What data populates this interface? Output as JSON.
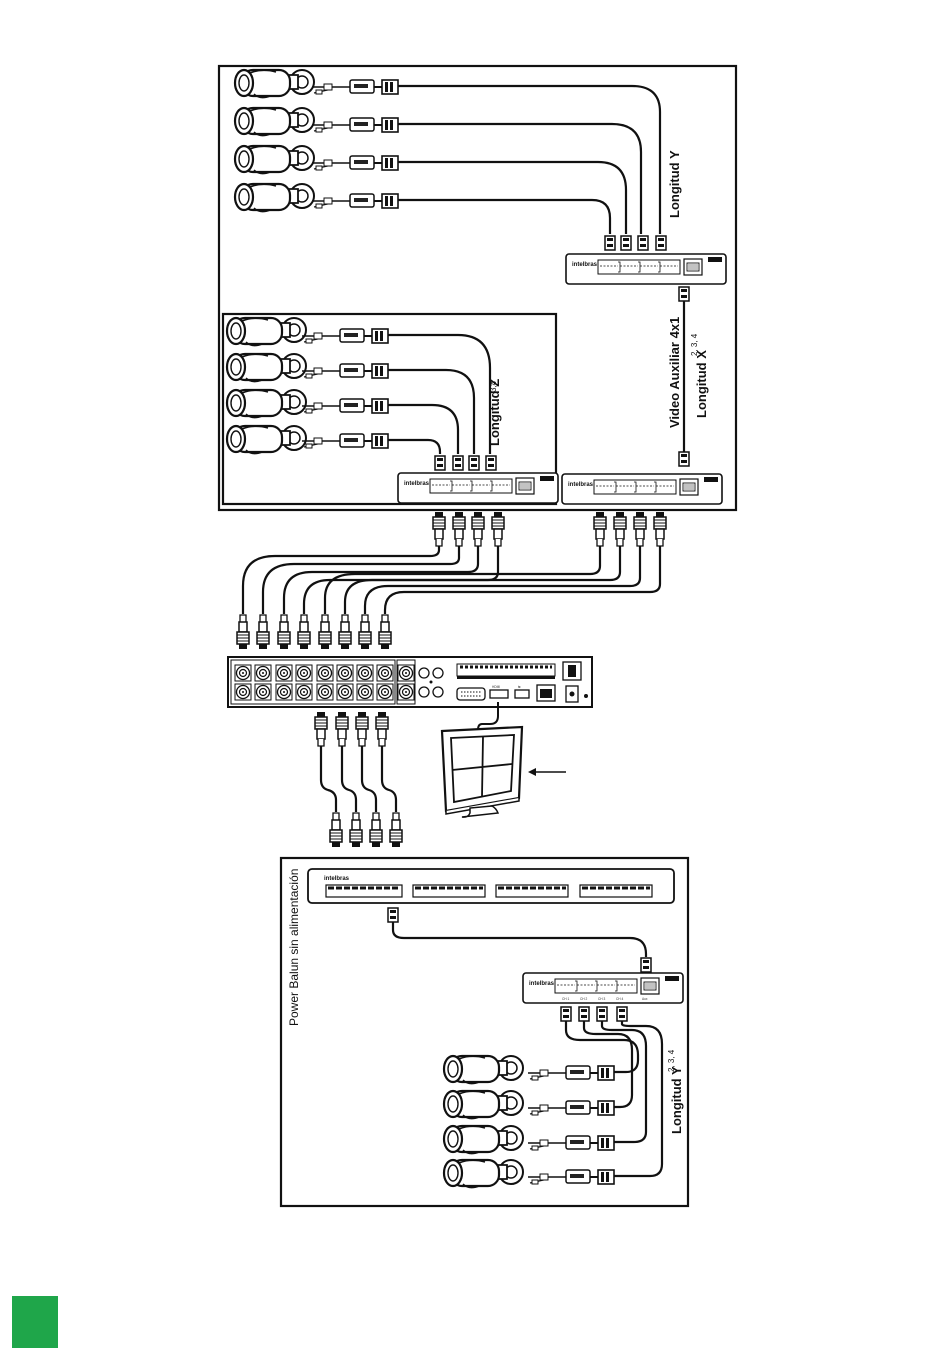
{
  "labels": {
    "longitud_y_top": "Longitud Y",
    "video_auxiliar": "Video Auxiliar 4x1",
    "longitud_x": "Longitud X",
    "longitud_x_sup": "2, 3, 4",
    "longitud_z": "Longitud Z",
    "longitud_z_sup": "3,4",
    "power_balun": "Power Balun sin alimentación",
    "longitud_y_bottom": "Longitud Y",
    "longitud_y_bottom_sup": "2, 3, 4"
  },
  "devices": {
    "brand": "intelbras",
    "hdmi_label": "HDMI",
    "channel_labels": [
      "CH 1",
      "CH 2",
      "CH 3",
      "CH 4"
    ],
    "aux_label": "Aux"
  },
  "colors": {
    "line": "#111111",
    "page_marker": "#1fa64a"
  }
}
